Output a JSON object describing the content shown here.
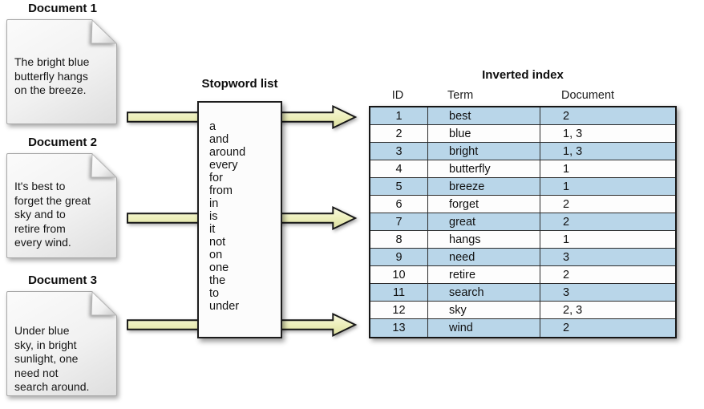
{
  "documents": [
    {
      "title": "Document 1",
      "lines": [
        "The bright blue",
        "butterfly hangs",
        "on the breeze."
      ]
    },
    {
      "title": "Document 2",
      "lines": [
        "It's best to",
        "forget the great",
        "sky and to",
        "retire from",
        "every wind."
      ]
    },
    {
      "title": "Document 3",
      "lines": [
        "Under blue",
        "sky, in bright",
        "sunlight, one",
        "need not",
        "search around."
      ]
    }
  ],
  "stopword_list": {
    "title": "Stopword list",
    "words": [
      "a",
      "and",
      "around",
      "every",
      "for",
      "from",
      "in",
      "is",
      "it",
      "not",
      "on",
      "one",
      "the",
      "to",
      "under"
    ]
  },
  "inverted_index": {
    "title": "Inverted index",
    "columns": [
      "ID",
      "Term",
      "Document"
    ],
    "rows": [
      {
        "id": "1",
        "term": "best",
        "document": "2"
      },
      {
        "id": "2",
        "term": "blue",
        "document": "1, 3"
      },
      {
        "id": "3",
        "term": "bright",
        "document": "1, 3"
      },
      {
        "id": "4",
        "term": "butterfly",
        "document": "1"
      },
      {
        "id": "5",
        "term": "breeze",
        "document": "1"
      },
      {
        "id": "6",
        "term": "forget",
        "document": "2"
      },
      {
        "id": "7",
        "term": "great",
        "document": "2"
      },
      {
        "id": "8",
        "term": "hangs",
        "document": "1"
      },
      {
        "id": "9",
        "term": "need",
        "document": "3"
      },
      {
        "id": "10",
        "term": "retire",
        "document": "2"
      },
      {
        "id": "11",
        "term": "search",
        "document": "3"
      },
      {
        "id": "12",
        "term": "sky",
        "document": "2, 3"
      },
      {
        "id": "13",
        "term": "wind",
        "document": "2"
      }
    ]
  },
  "colors": {
    "row_highlight": "#b9d6e9",
    "row_plain": "#fdfdfd",
    "arrow_fill": "#edefbb",
    "paper_fill": "#f1f1f1"
  }
}
